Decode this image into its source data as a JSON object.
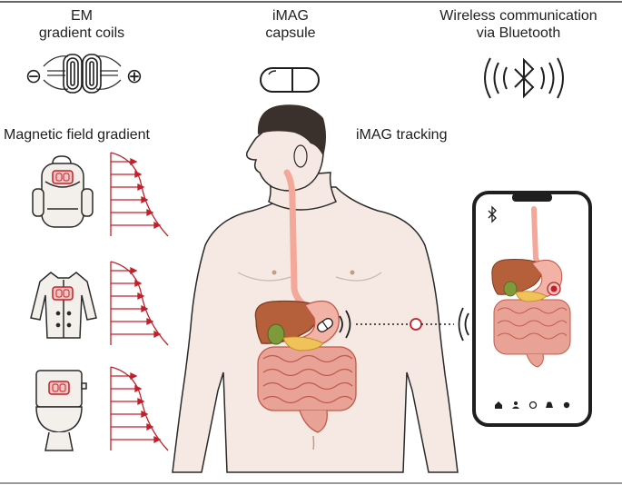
{
  "headers": {
    "em_coils": [
      "EM",
      "gradient coils"
    ],
    "capsule": [
      "iMAG",
      "capsule"
    ],
    "wireless": [
      "Wireless communication",
      "via Bluetooth"
    ]
  },
  "labels": {
    "magnetic_field": "Magnetic field gradient",
    "tracking": "iMAG tracking"
  },
  "symbols": {
    "minus": "⊖",
    "plus": "⊕"
  },
  "colors": {
    "accent_red": "#c0202a",
    "organ_red": "#d96a5c",
    "skin": "#f6e9e3",
    "liver": "#b5603a",
    "gallbladder": "#7e9a3a",
    "pancreas": "#f0c35a",
    "stroke": "#2a2a2a"
  },
  "icons": [
    "em-coil-icon",
    "capsule-icon",
    "bluetooth-signal-icon",
    "backpack-icon",
    "jacket-icon",
    "toilet-icon",
    "smartphone-icon"
  ]
}
